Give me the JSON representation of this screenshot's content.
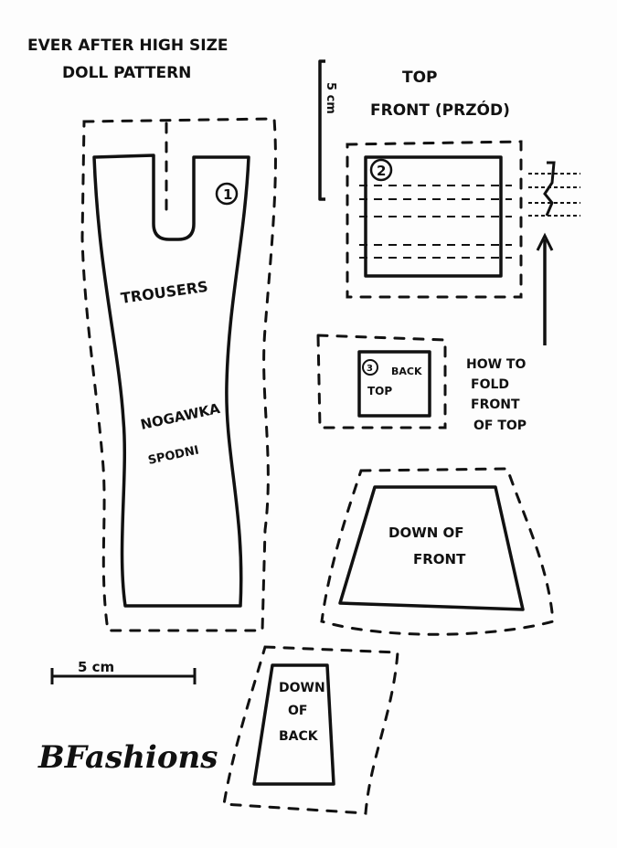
{
  "title": {
    "line1": "EVER AFTER HIGH SIZE",
    "line2": "DOLL PATTERN"
  },
  "pieces": {
    "trousers": {
      "number": "1",
      "label": "TROUSERS",
      "label_pl_1": "NOGAWKA",
      "label_pl_2": "SPODNI"
    },
    "top_front": {
      "number": "2",
      "heading_1": "TOP",
      "heading_2": "FRONT (PRZÓD)"
    },
    "back_top": {
      "number": "3",
      "label_1": "BACK",
      "label_2": "TOP"
    },
    "down_of_front": {
      "label_1": "DOWN OF",
      "label_2": "FRONT"
    },
    "down_of_back": {
      "label_1": "DOWN",
      "label_2": "OF",
      "label_3": "BACK"
    }
  },
  "fold_note": {
    "line1": "HOW TO",
    "line2": "FOLD",
    "line3": "FRONT",
    "line4": "OF TOP"
  },
  "scale": {
    "horizontal": "5 cm",
    "vertical": "5 cm"
  },
  "logo": "BFashions"
}
